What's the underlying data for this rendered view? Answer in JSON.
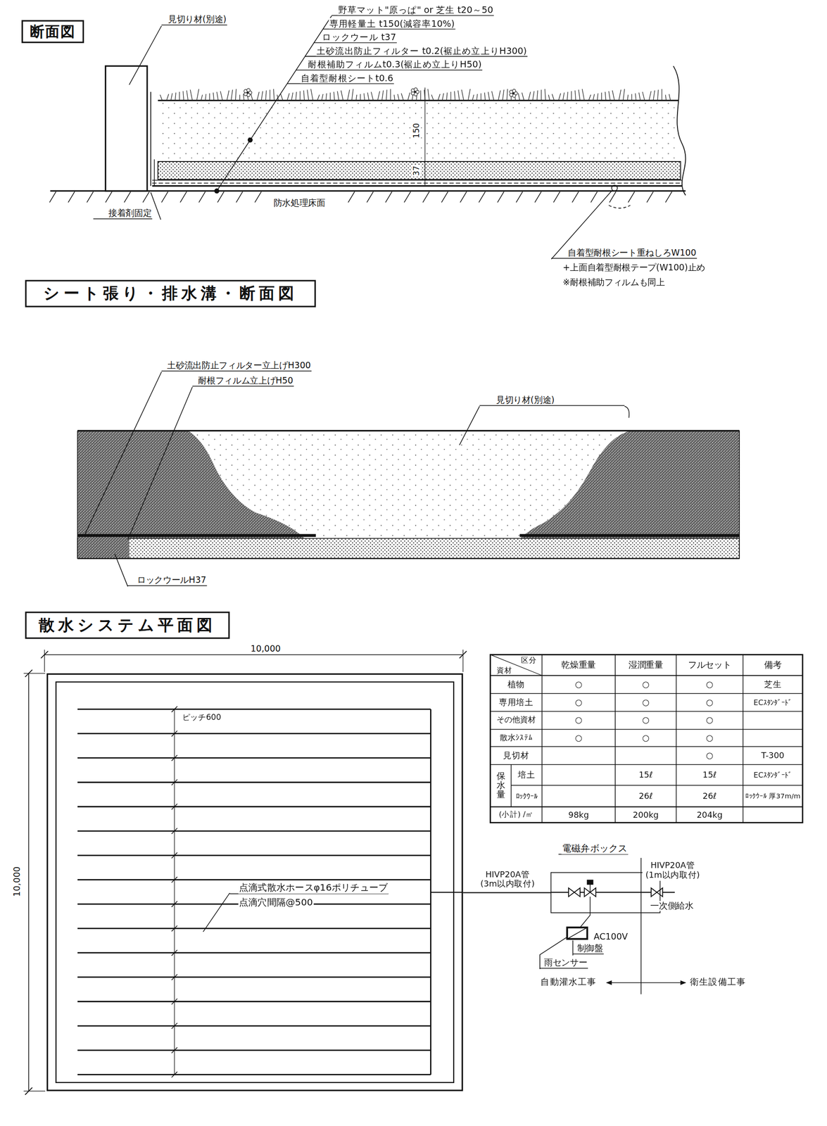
{
  "diagram": {
    "nodes": [
      {
        "text": [
          "断面図"
        ]
      },
      {
        "text": [
          "シート張り・排水溝・断面図"
        ]
      },
      {
        "text": [
          "散水システム平面図"
        ]
      },
      {
        "text": [
          "ピッチ600",
          "点滴式散水ホースφ16ポリチューブ",
          "点滴穴間隔@500"
        ]
      },
      {
        "text": [
          "電磁弁ボックス"
        ]
      }
    ],
    "edges": [
      {
        "from": 3,
        "to": 4,
        "label": "HIVP20A管 (3m以内取付)",
        "arrow": "none"
      }
    ],
    "labels": [
      "見切り材(別途)",
      "野草マット\"原っぱ\" or 芝生 t20～50",
      "専用軽量土 t150(減容率10%)",
      "ロックウール t37",
      "土砂流出防止フィルター t0.2(裾止め立上りH300)",
      "耐根補助フィルムt0.3(裾止め立上りH50)",
      "自着型耐根シートt0.6",
      "150",
      "37",
      "接着剤固定",
      "防水処理床面",
      "自着型耐根シート重ねしろW100",
      "+上面自着型耐根テープ(W100)止め",
      "※耐根補助フィルムも同上",
      "土砂流出防止フィルター立上げH300",
      "耐根フィルム立上げH50",
      "見切り材(別途)",
      "ロックウールH37",
      "10,000",
      "10,000",
      "区分",
      "資材",
      "乾燥重量",
      "湿潤重量",
      "フルセット",
      "備考",
      "植物",
      "○",
      "○",
      "○",
      "芝生",
      "専用培土",
      "○",
      "○",
      "○",
      "ECｽﾀﾝﾀﾞｰﾄﾞ",
      "その他資材",
      "○",
      "○",
      "○",
      "散水ｼｽﾃﾑ",
      "○",
      "○",
      "○",
      "見切材",
      "○",
      "T-300",
      "保水量",
      "培土",
      "15ℓ",
      "15ℓ",
      "ECｽﾀﾝﾀﾞｰﾄﾞ",
      "ﾛｯｸｳｰﾙ",
      "26ℓ",
      "26ℓ",
      "ﾛｯｸｳｰﾙ 厚37m/m",
      "(小計) /㎡",
      "98kg",
      "200kg",
      "204kg",
      "HIVP20A管 (1m以内取付)",
      "一次側給水",
      "AC100V",
      "制御盤",
      "雨センサー",
      "自動灌水工事",
      "衛生設備工事"
    ]
  }
}
